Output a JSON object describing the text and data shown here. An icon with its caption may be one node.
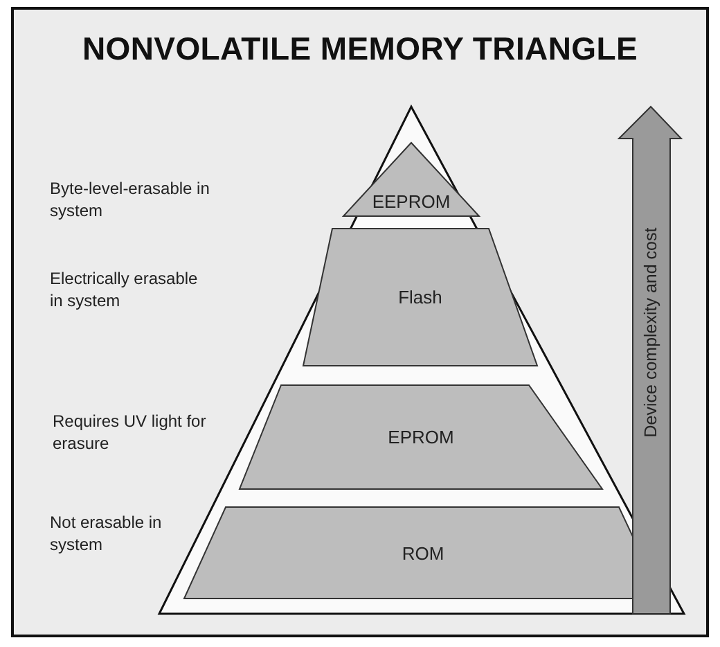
{
  "diagram": {
    "title": "NONVOLATILE MEMORY TRIANGLE",
    "nodes": [
      {
        "text": [
          "EEPROM"
        ]
      },
      {
        "text": [
          "Flash"
        ]
      },
      {
        "text": [
          "EPROM"
        ]
      },
      {
        "text": [
          "ROM"
        ]
      },
      {
        "text": [
          "Device complexity and cost"
        ]
      }
    ],
    "labels": [
      "Byte-level-erasable in system",
      "Electrically erasable in system",
      "Requires UV light for erasure",
      "Not erasable in system"
    ]
  }
}
